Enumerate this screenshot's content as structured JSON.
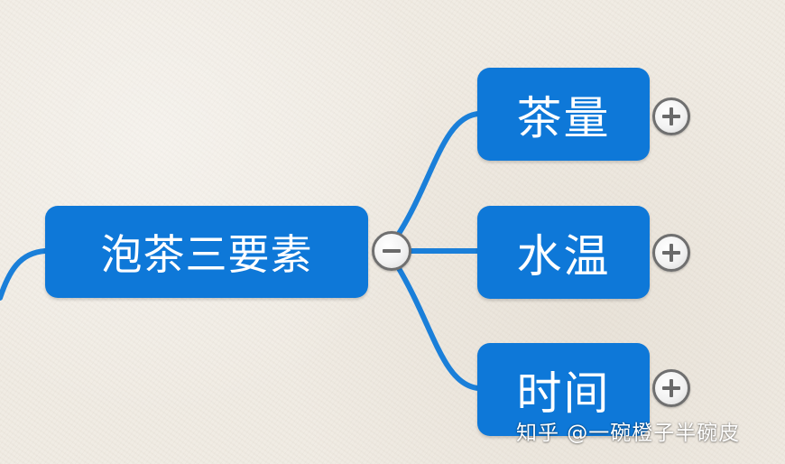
{
  "mindmap": {
    "central_topic": "泡茶三要素",
    "children": [
      {
        "label": "茶量",
        "collapsed": true
      },
      {
        "label": "水温",
        "collapsed": true
      },
      {
        "label": "时间",
        "collapsed": true
      }
    ],
    "central_expanded": true
  },
  "watermark": "知乎 @一碗橙子半碗皮",
  "colors": {
    "node_fill": "#0e78d8",
    "connector": "#1a7fd9",
    "node_text": "#ffffff",
    "background": "#efeae2",
    "toggle_border": "#6f6f6f"
  },
  "icons": {
    "collapse": "minus-circle-icon",
    "expand": "plus-circle-icon"
  }
}
